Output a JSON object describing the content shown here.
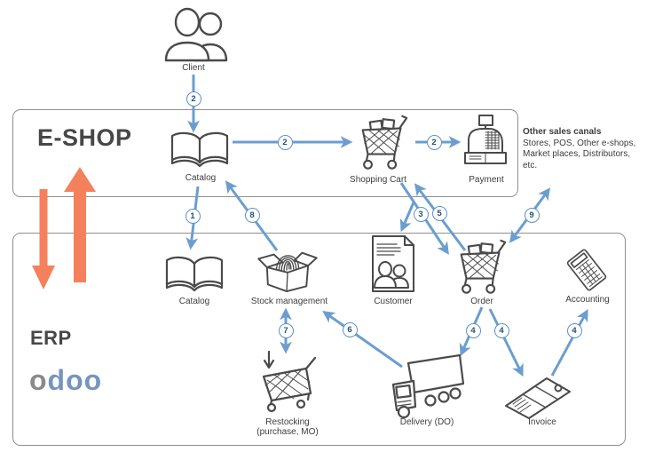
{
  "regions": {
    "eshop": {
      "label": "E-SHOP"
    },
    "erp": {
      "label": "ERP"
    }
  },
  "brand": {
    "logo_first": "o",
    "logo_rest": "doo"
  },
  "nodes": {
    "client": {
      "label": "Client"
    },
    "eshop_catalog": {
      "label": "Catalog"
    },
    "shopping_cart": {
      "label": "Shopping Cart"
    },
    "payment": {
      "label": "Payment"
    },
    "erp_catalog": {
      "label": "Catalog"
    },
    "stock_management": {
      "label": "Stock management"
    },
    "customer": {
      "label": "Customer"
    },
    "order": {
      "label": "Order"
    },
    "accounting": {
      "label": "Accounting"
    },
    "restocking": {
      "label": "Restocking",
      "sublabel": "(purchase, MO)"
    },
    "delivery": {
      "label": "Delivery (DO)"
    },
    "invoice": {
      "label": "Invoice"
    }
  },
  "side_note": {
    "title": "Other sales canals",
    "line1": "Stores, POS, Other e-shops,",
    "line2": "Market places, Distributors,",
    "line3": "etc."
  },
  "badges": {
    "client_to_catalog": "2",
    "catalog_to_cart": "2",
    "cart_to_payment": "2",
    "catalog_sync": "1",
    "stock_to_catalog": "8",
    "cart_to_customer": "3",
    "order_to_cart": "5",
    "order_other_sales": "9",
    "order_to_delivery": "4",
    "order_to_invoice": "4",
    "invoice_to_accounting": "4",
    "delivery_to_stock": "6",
    "stock_restocking": "7"
  },
  "colors": {
    "arrow_blue": "#6b9ecf",
    "arrow_orange": "#f4815c",
    "badge_border": "#5d92c7",
    "badge_text": "#23527c",
    "box_border": "#8f8f8f",
    "icon_stroke": "#4a4a4a",
    "logo_gray": "#8a8a8a",
    "logo_blue": "#7695bd"
  }
}
